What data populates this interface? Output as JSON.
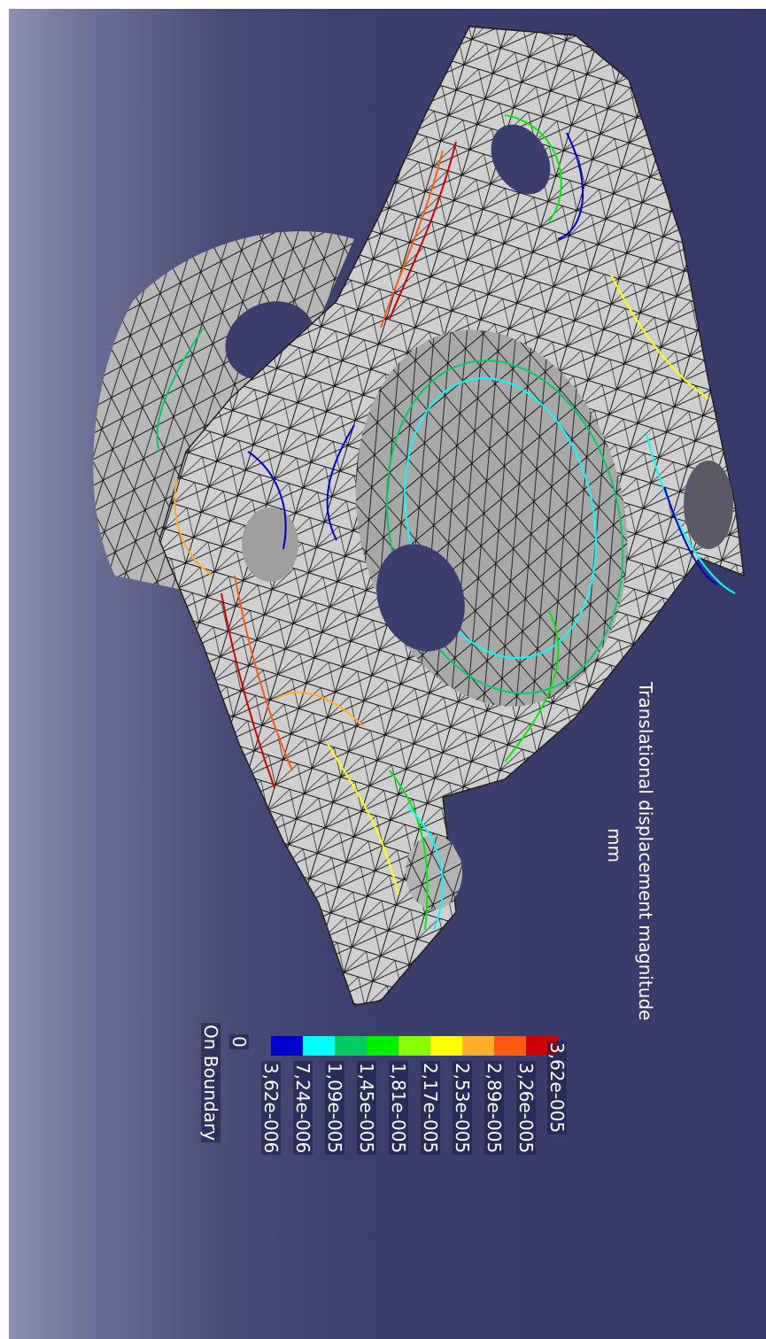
{
  "legend": {
    "title": "Translational displacement magnitude",
    "unit": "mm",
    "ticks": [
      "3,62e-005",
      "3,26e-005",
      "2,89e-005",
      "2,53e-005",
      "2,17e-005",
      "1,81e-005",
      "1,45e-005",
      "1,09e-005",
      "7,24e-006",
      "3,62e-006",
      "0"
    ],
    "footer": "On Boundary",
    "colors": [
      "#cc0000",
      "#ff5a10",
      "#ffae2a",
      "#ffff00",
      "#88ff00",
      "#00ee00",
      "#00cc66",
      "#00ffff",
      "#0000cc"
    ]
  }
}
